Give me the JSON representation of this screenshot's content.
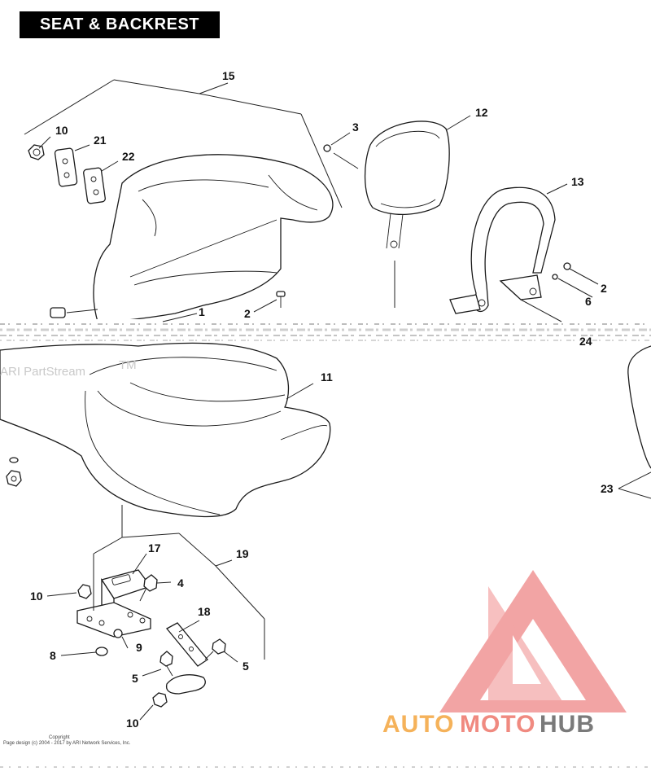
{
  "title": "SEAT & BACKREST",
  "callouts": [
    "15",
    "10",
    "21",
    "22",
    "3",
    "12",
    "13",
    "1",
    "2",
    "2",
    "6",
    "24",
    "11",
    "23",
    "17",
    "4",
    "19",
    "10",
    "18",
    "8",
    "9",
    "5",
    "5",
    "10"
  ],
  "watermark": "ARI PartStream",
  "watermark_tm": "TM",
  "copyright": {
    "line1": "Copyright",
    "line2": "Page design (c) 2004 - 2017 by ARI Network Services, Inc."
  },
  "brand": {
    "part1": "AUTO",
    "part2": "MOTO",
    "part3": "HUB",
    "colors": {
      "part1": "#f5b25a",
      "part2": "#f08a80",
      "part3": "#7a7a7a",
      "logo": "#e85a5a"
    }
  }
}
